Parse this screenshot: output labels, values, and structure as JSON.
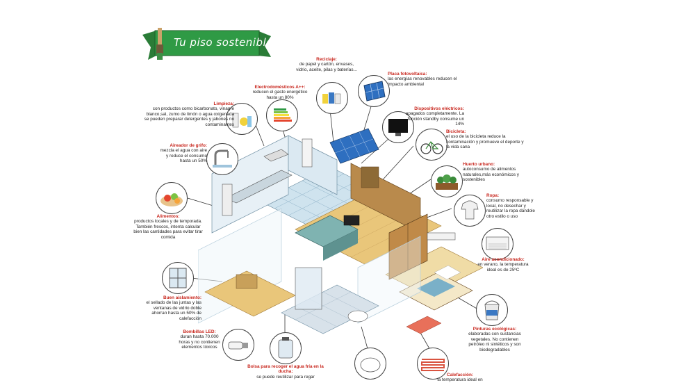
{
  "banner": {
    "title": "Tu piso sostenible",
    "color": "#2f9a45"
  },
  "labels": [
    {
      "key": "reciclaje",
      "title": "Reciclaje:",
      "desc": "de papel y cartón, envases, vidrio, aceite, pilas y baterías..."
    },
    {
      "key": "placa",
      "title": "Placa fotovoltaica:",
      "desc": "las energías renovables reducen el impacto ambiental"
    },
    {
      "key": "electro",
      "title": "Electrodomésticos A++:",
      "desc": "reducen el gasto energético hasta un 80%"
    },
    {
      "key": "dispositivos",
      "title": "Dispositivos eléctricos:",
      "desc": "apagados completamente. La función standby consume un 14%"
    },
    {
      "key": "limpieza",
      "title": "Limpieza:",
      "desc": "con productos como bicarbonato, vinagre blanco,sal, zumo de limón o agua oxigenada se pueden preparar detergentes y jabones no contaminantes"
    },
    {
      "key": "bicicleta",
      "title": "Bicicleta:",
      "desc": "el uso de la bicicleta reduce la contaminación y promueve el deporte y la vida sana"
    },
    {
      "key": "aireador",
      "title": "Aireador de grifo:",
      "desc": "mezcla el agua con aire y reduce el consumo hasta un 50%"
    },
    {
      "key": "huerto",
      "title": "Huerto urbano:",
      "desc": "autoconsumo de alimentos naturales,más económicos y sostenibles"
    },
    {
      "key": "ropa",
      "title": "Ropa:",
      "desc": "consumo responsable y local, no desechar y reutilizar la ropa dándole otro estilo o uso"
    },
    {
      "key": "alimentos",
      "title": "Alimentos:",
      "desc": "productos locales y de temporada. También frescos, intenta calcular bien las cantidades para evitar tirar comida"
    },
    {
      "key": "aire",
      "title": "Aire acondicionado:",
      "desc": "en verano, la temperatura ideal es de 25ºC"
    },
    {
      "key": "aislamiento",
      "title": "Buen aislamiento:",
      "desc": "el sellado de las juntas y las ventanas de vidrio doble ahorran hasta un 50% de calefacción"
    },
    {
      "key": "pinturas",
      "title": "Pinturas ecológicas:",
      "desc": "elaboradas con sustancias vegetales. No contienen petróleo ni sintéticos y son biodegradables"
    },
    {
      "key": "bombillas",
      "title": "Bombillas LED:",
      "desc": "duran hasta 70.000 horas y no contienen elementos tóxicos"
    },
    {
      "key": "bolsa",
      "title": "Bolsa para recoger el agua fría en la ducha:",
      "desc": "se puede reutilizar para regar"
    },
    {
      "key": "calefaccion",
      "title": "Calefacción:",
      "desc": "la temperatura ideal en"
    }
  ],
  "colors": {
    "label_title": "#c8261d",
    "floor_wood": "#e9c67a",
    "tile_blue": "#9fc4dc",
    "wall_glass": "#cfe3ee"
  }
}
